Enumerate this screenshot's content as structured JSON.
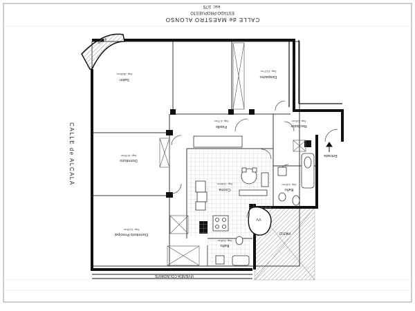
{
  "header": {
    "street_top": "CALLE de MAESTRO ALONSO",
    "subtitle": "ESTADO PROPUESTO",
    "scale": "esc: 1/75"
  },
  "streets": {
    "left": "CALLE de ALCALÁ",
    "bottom": "VIVIENDA COLINDANTE",
    "right": "VIVIENDA COLINDANTE"
  },
  "rooms": [
    {
      "id": "balcon",
      "name": "Balcón",
      "area": ""
    },
    {
      "id": "salon",
      "name": "Salón",
      "area": "Sup.: 38,55 m²"
    },
    {
      "id": "despacho",
      "name": "Despacho",
      "area": "Sup.: 10,27 m²"
    },
    {
      "id": "pasillo",
      "name": "Pasillo",
      "area": "Sup.: 6,73 m²"
    },
    {
      "id": "recibidor",
      "name": "Recibidor",
      "area": "Sup.: 8,30 m²"
    },
    {
      "id": "dormitorio",
      "name": "Dormitorio",
      "area": "Sup.: 11,09 m²"
    },
    {
      "id": "cocina",
      "name": "Cocina",
      "area": "Sup.: 13,86 m²"
    },
    {
      "id": "bano1",
      "name": "Baño",
      "area": "Sup.: 4,30 m²"
    },
    {
      "id": "dormitorio-principal",
      "name": "Dormitorio Principal",
      "area": "Sup.: 14,26 m²"
    },
    {
      "id": "bano2",
      "name": "Baño",
      "area": "Sup.: 5,28 m²"
    }
  ],
  "labels": {
    "entrada": "Entrada",
    "patio": "PATIO",
    "vv": "VV"
  }
}
